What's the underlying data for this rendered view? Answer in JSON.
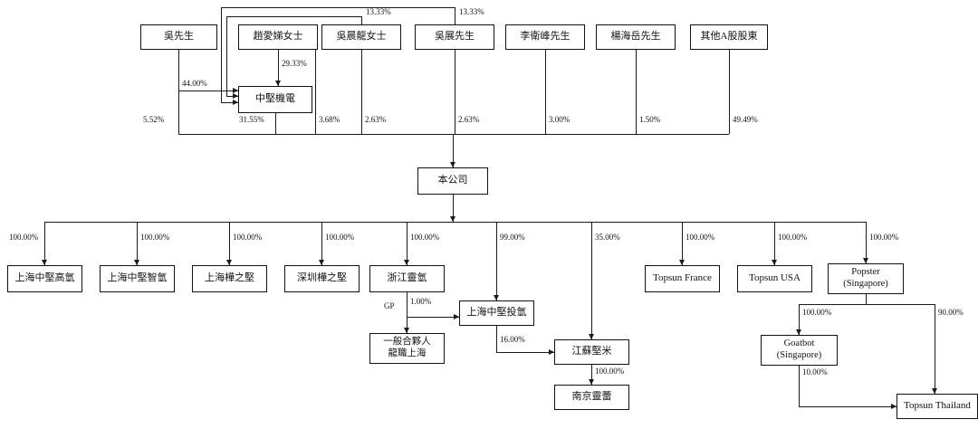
{
  "nodes": {
    "mr_wu": "吳先生",
    "ms_zhao_aidi": "趙愛娣女士",
    "ms_wu_chenlong": "吳晨龍女士",
    "mr_wu_zhan": "吳展先生",
    "mr_li_weifeng": "李衛峰先生",
    "mr_yang_haiyue": "楊海岳先生",
    "other_a_shareholders": "其他A股股東",
    "zhongjian_jidian": "中堅機電",
    "company": "本公司",
    "shanghai_gaoqing": "上海中堅高氫",
    "shanghai_zhiqing": "上海中堅智氫",
    "shanghai_huazhijian": "上海樺之堅",
    "shenzhen_huazhijian": "深圳樺之堅",
    "zhejiang_lingqing": "浙江靈氫",
    "shanghai_touqing": "上海中堅投氫",
    "general_partner_line1": "一般合夥人",
    "general_partner_line2": "龍職上海",
    "jiangsu_jianmi": "江蘇堅米",
    "nanjing_linglei": "南京靈蕾",
    "topsun_france": "Topsun France",
    "topsun_usa": "Topsun USA",
    "popster_line1": "Popster",
    "popster_line2": "(Singapore)",
    "goatbot_line1": "Goatbot",
    "goatbot_line2": "(Singapore)",
    "topsun_thailand": "Topsun Thailand"
  },
  "labels": {
    "wu_in_jidian": "44.00%",
    "zhao_in_jidian": "29.33%",
    "wuchen_in_jidian": "13.33%",
    "wuzhan_in_jidian": "13.33%",
    "wu_in_company": "5.52%",
    "jidian_in_company": "31.55%",
    "zhao_in_company": "3.68%",
    "wuchen_in_company": "2.63%",
    "wuzhan_in_company": "2.63%",
    "li_in_company": "3.00%",
    "yang_in_company": "1.50%",
    "other_in_company": "49.49%",
    "gaoqing_pct": "100.00%",
    "zhiqing_pct": "100.00%",
    "sh_huazhijian_pct": "100.00%",
    "sz_huazhijian_pct": "100.00%",
    "lingqing_pct": "100.00%",
    "touqing_pct": "99.00%",
    "jianmi_pct": "35.00%",
    "france_pct": "100.00%",
    "usa_pct": "100.00%",
    "popster_pct": "100.00%",
    "gp": "GP",
    "gp_stake": "1.00%",
    "touqing_in_jianmi": "16.00%",
    "jianmi_in_nanjing": "100.00%",
    "popster_in_goatbot": "100.00%",
    "popster_in_thailand": "90.00%",
    "goatbot_in_thailand": "10.00%"
  }
}
